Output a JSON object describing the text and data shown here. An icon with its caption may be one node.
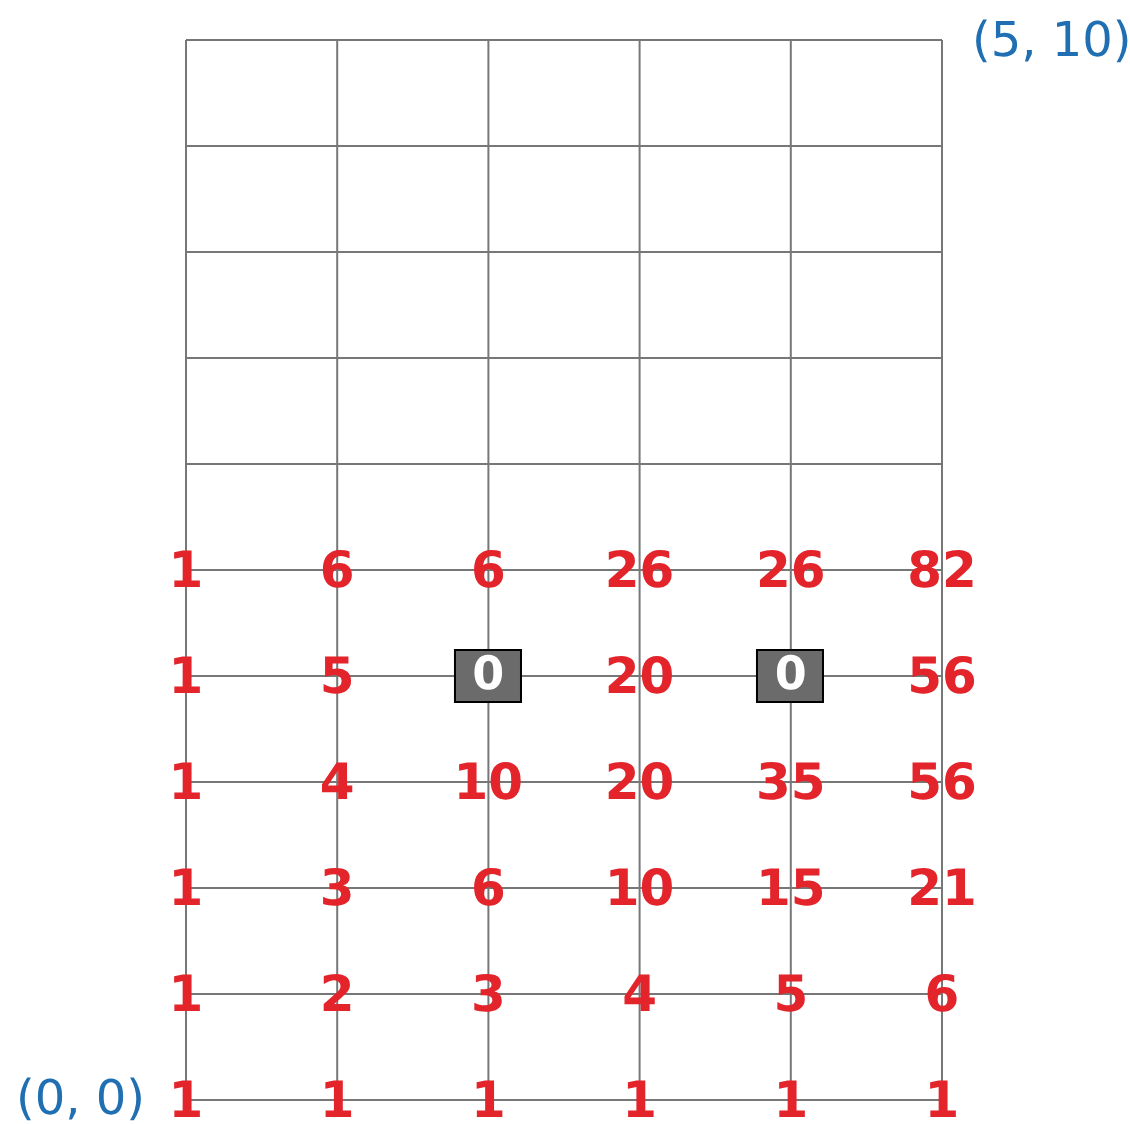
{
  "diagram": {
    "nodes": [
      {
        "text": [
          "0"
        ]
      },
      {
        "text": [
          "0"
        ]
      }
    ],
    "labels": [
      "(5, 10)",
      "1",
      "6",
      "6",
      "26",
      "26",
      "82",
      "1",
      "5",
      "20",
      "56",
      "1",
      "4",
      "10",
      "20",
      "35",
      "56",
      "1",
      "3",
      "6",
      "10",
      "15",
      "21",
      "1",
      "2",
      "3",
      "4",
      "5",
      "6",
      "(0, 0)",
      "1",
      "1",
      "1",
      "1",
      "1",
      "1"
    ]
  }
}
